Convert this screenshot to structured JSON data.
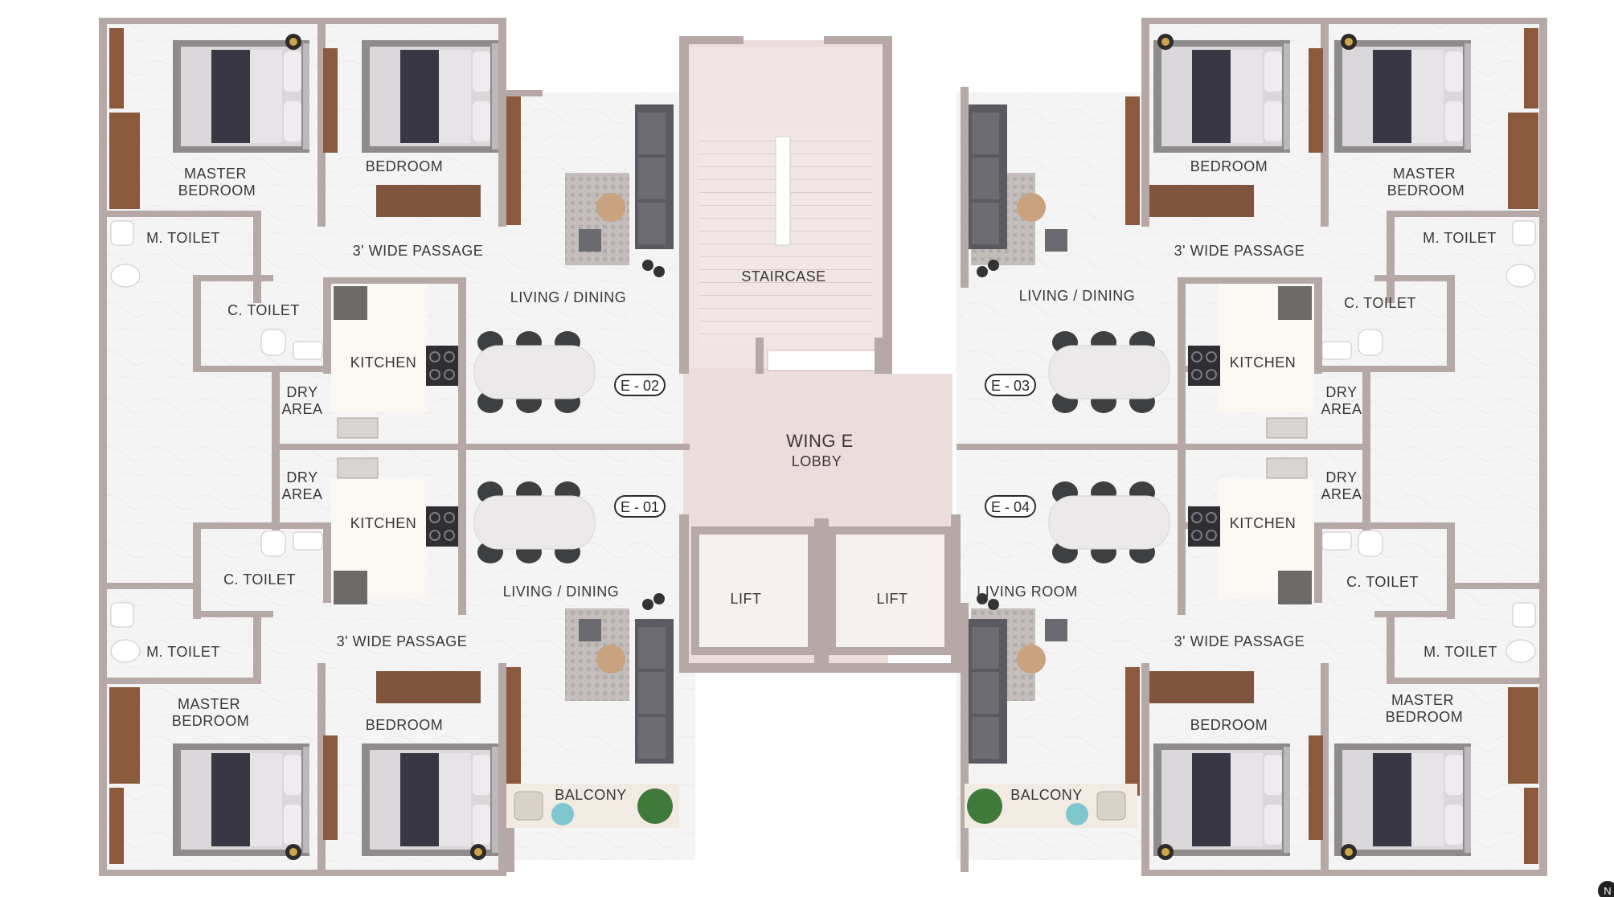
{
  "labels": {
    "master_bedroom": "MASTER BEDROOM",
    "bedroom": "BEDROOM",
    "m_toilet": "M. TOILET",
    "c_toilet": "C. TOILET",
    "passage": "3' WIDE PASSAGE",
    "kitchen": "KITCHEN",
    "dry_area_line1": "DRY",
    "dry_area_line2": "AREA",
    "living_dining": "LIVING / DINING",
    "living_room": "LIVING  ROOM",
    "balcony": "BALCONY",
    "staircase": "STAIRCASE",
    "lobby_line1": "WING E",
    "lobby_line2": "LOBBY",
    "lift": "LIFT",
    "master_line1": "MASTER",
    "master_line2": "BEDROOM"
  },
  "units": {
    "e01": "E - 01",
    "e02": "E - 02",
    "e03": "E - 03",
    "e04": "E - 04"
  },
  "colors": {
    "wall": "#b5a8a6",
    "floor": "#f3f1f1",
    "core_floor": "#ecdcdc",
    "wood": "#8b5a3c",
    "kitchen_floor": "#fbf8f4",
    "bed": "#dcdadd",
    "blanket": "#3a3744",
    "sofa": "#56565c",
    "rug": "#b9b3b1",
    "table": "#ebe9ea"
  },
  "icons": [
    "compass-icon",
    "plant-icon",
    "lamp-icon"
  ]
}
